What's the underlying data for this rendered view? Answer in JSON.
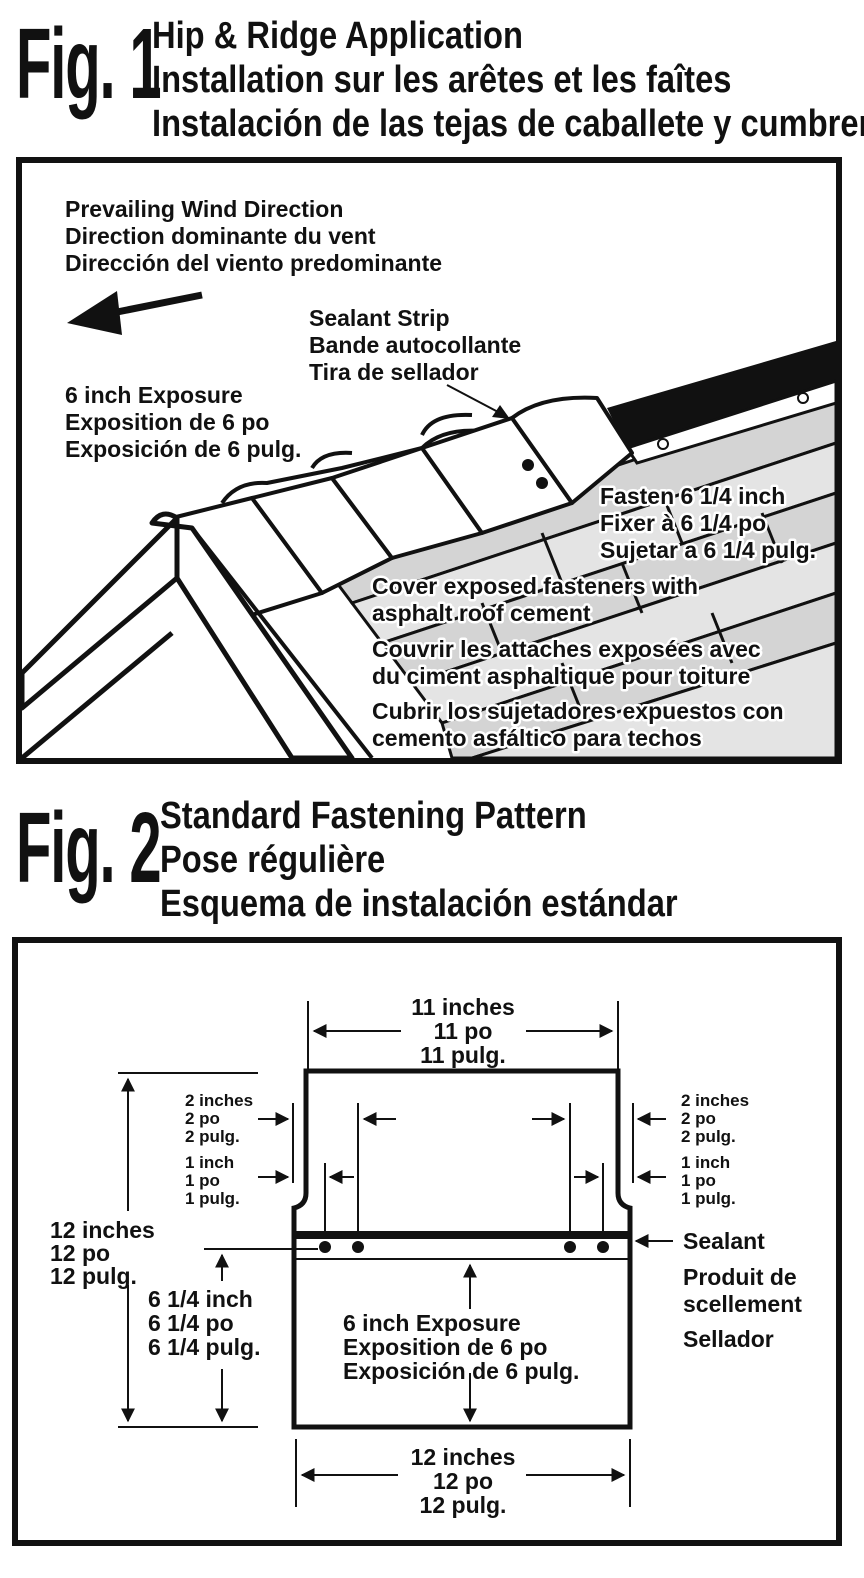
{
  "fig1": {
    "label": "Fig. 1",
    "title_lines": [
      "Hip & Ridge Application",
      "Installation sur les arêtes et les faîtes",
      "Instalación de las tejas de caballete y cumbrera"
    ],
    "wind": [
      "Prevailing Wind Direction",
      "Direction dominante du vent",
      "Dirección del viento predominante"
    ],
    "sealant": [
      "Sealant Strip",
      "Bande autocollante",
      "Tira de sellador"
    ],
    "exposure": [
      "6 inch Exposure",
      "Exposition de 6 po",
      "Exposición de 6 pulg."
    ],
    "fasten": [
      "Fasten 6 1/4 inch",
      "Fixer à 6 1/4 po",
      "Sujetar a 6 1/4 pulg."
    ],
    "cover_en": [
      "Cover exposed fasteners with",
      "asphalt roof cement"
    ],
    "cover_fr": [
      "Couvrir les attaches exposées avec",
      "du ciment asphaltique pour toiture"
    ],
    "cover_es": [
      "Cubrir los sujetadores expuestos con",
      "cemento asfáltico para techos"
    ]
  },
  "fig2": {
    "label": "Fig. 2",
    "title_lines": [
      "Standard Fastening Pattern",
      "Pose régulière",
      "Esquema de instalación estándar"
    ],
    "top_width": [
      "11 inches",
      "11 po",
      "11 pulg."
    ],
    "two_left": [
      "2 inches",
      "2 po",
      "2 pulg."
    ],
    "one_left": [
      "1 inch",
      "1 po",
      "1 pulg."
    ],
    "two_right": [
      "2 inches",
      "2 po",
      "2 pulg."
    ],
    "one_right": [
      "1 inch",
      "1 po",
      "1 pulg."
    ],
    "height": [
      "12 inches",
      "12 po",
      "12 pulg."
    ],
    "nail_height": [
      "6 1/4 inch",
      "6 1/4 po",
      "6 1/4 pulg."
    ],
    "sealant": [
      "Sealant",
      "Produit de",
      "scellement",
      "Sellador"
    ],
    "exposure": [
      "6 inch Exposure",
      "Exposition de 6 po",
      "Exposición de 6 pulg."
    ],
    "bottom_width": [
      "12 inches",
      "12 po",
      "12 pulg."
    ]
  }
}
